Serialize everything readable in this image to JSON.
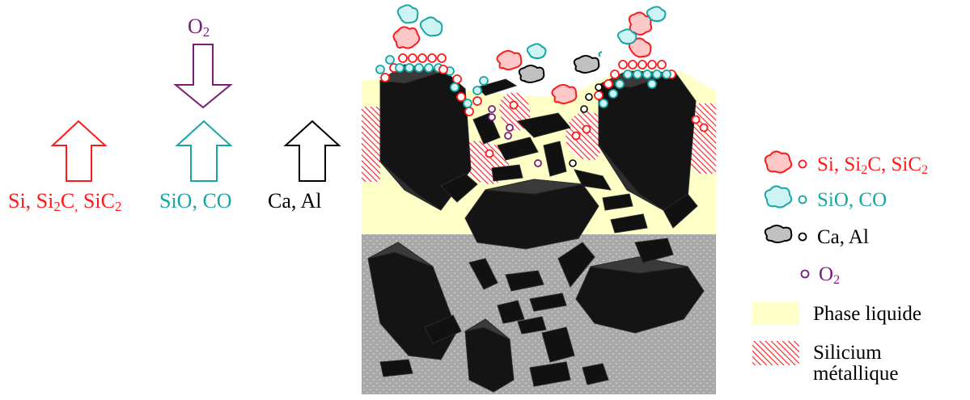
{
  "labels": {
    "o2_top": {
      "main": "O",
      "sub": "2"
    },
    "flux_si": {
      "a": "Si, Si",
      "a_sub": "2",
      "b": "C",
      "comma": ",",
      "c": " SiC",
      "c_sub": "2"
    },
    "flux_sio": "SiO, CO",
    "flux_ca": "Ca, Al"
  },
  "legend": {
    "si": {
      "a": "Si, Si",
      "a_sub": "2",
      "b": "C, SiC",
      "b_sub": "2"
    },
    "sio": "SiO, CO",
    "ca": "Ca, Al",
    "o2": {
      "main": "O",
      "sub": "2"
    },
    "liquid": "Phase liquide",
    "silicium_1": "Silicium",
    "silicium_2": "métallique"
  },
  "colors": {
    "red": "#ff1a1a",
    "teal": "#1aa5a5",
    "purple": "#7a1c7a",
    "liquid_phase": "#ffffc8",
    "grey_zone": "#a6a6a6",
    "particle": "#111111"
  }
}
